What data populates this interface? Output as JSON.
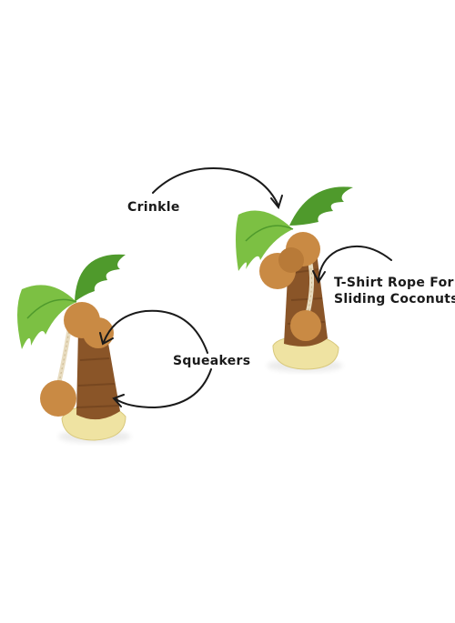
{
  "labels": {
    "crinkle": "Crinkle",
    "squeakers": "Squeakers",
    "rope_line1": "T-Shirt Rope For",
    "rope_line2": "Sliding Coconuts"
  },
  "colors": {
    "background": "#ffffff",
    "leaf_dark": "#4f9a2c",
    "leaf_light": "#7cc043",
    "trunk": "#8a5528",
    "trunk_dark": "#6b3e1a",
    "coconut": "#c98a44",
    "base": "#efe3a2",
    "rope": "#e8dcc0",
    "arrow": "#1a1a1a",
    "text": "#1a1a1a"
  }
}
